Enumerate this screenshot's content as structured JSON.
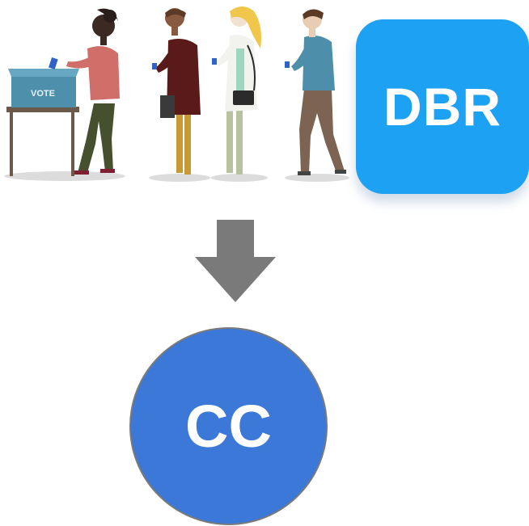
{
  "illustration": {
    "ballot_box_label": "VOTE"
  },
  "dbr": {
    "label": "DBR",
    "color": "#1da1f2"
  },
  "arrow": {
    "color": "#7a7a7a",
    "direction": "down"
  },
  "cc": {
    "label": "CC",
    "color": "#3b78d8"
  }
}
